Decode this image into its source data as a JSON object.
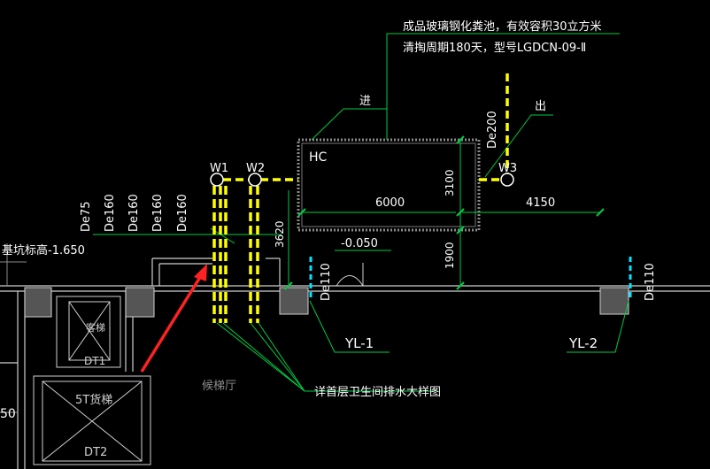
{
  "note": {
    "line1": "成品玻璃钢化粪池，有效容积30立方米",
    "line2": "清掏周期180天，型号LGDCN-09-Ⅱ"
  },
  "labels": {
    "inlet": "进",
    "outlet": "出",
    "hc": "HC",
    "w1": "W1",
    "w2": "W2",
    "w3": "W3",
    "de200": "De200",
    "de75": "De75",
    "de160": "De160",
    "de110": "De110",
    "yl1": "YL-1",
    "yl2": "YL-2",
    "pit_elevation": "基坑标高-1.650",
    "elev_minus": "-0.050",
    "detail_ref": "详首层卫生间排水大样图",
    "lobby": "候梯厅",
    "elevator_label": "客梯",
    "dt1": "DT1",
    "freight_elevator": "5T货梯",
    "dt2": "DT2",
    "edge_num": "50"
  },
  "dimensions": {
    "d6000": "6000",
    "d3100": "3100",
    "d4150": "4150",
    "d3620": "3620",
    "d1900": "1900"
  },
  "colors": {
    "background": "#000000",
    "wall": "#cfcfcf",
    "pipe": "#ffff00",
    "leader": "#00cc44",
    "riser": "#00e5ff",
    "arrow": "#ff2222",
    "tank": "#8a8a8a"
  }
}
